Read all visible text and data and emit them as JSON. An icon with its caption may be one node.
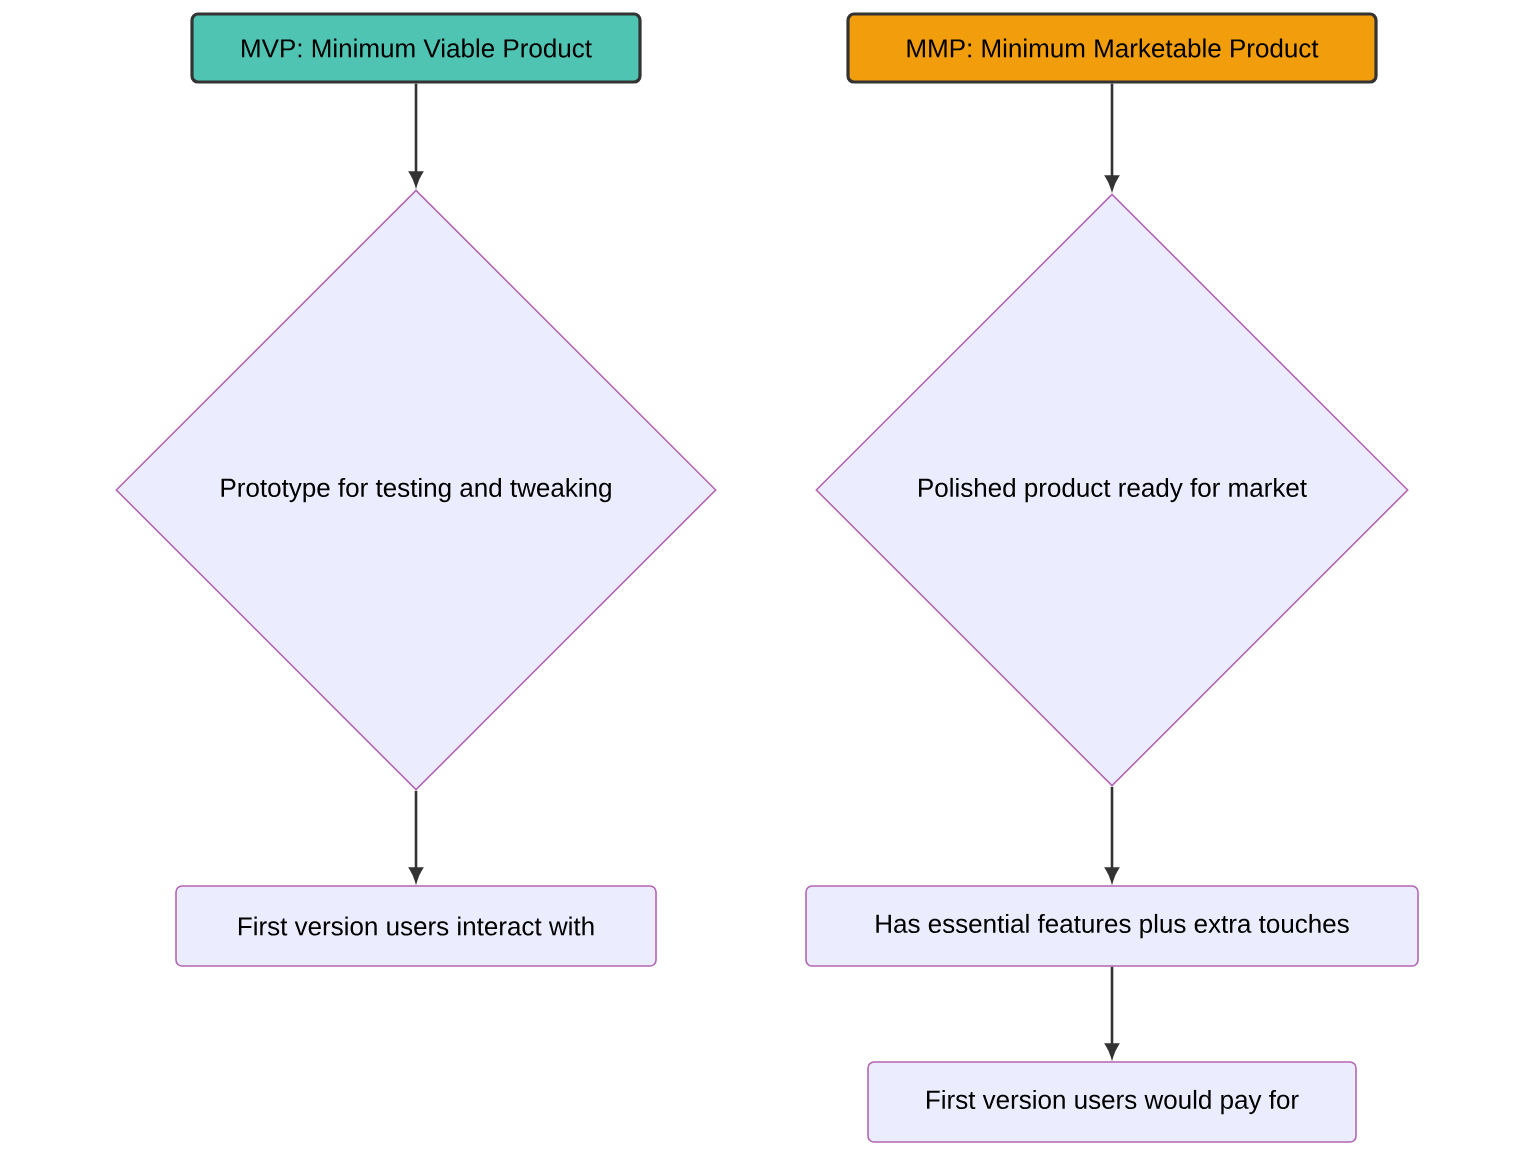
{
  "diagram": {
    "nodes": [
      {
        "text": [
          "MVP: Minimum Viable Product"
        ]
      },
      {
        "text": [
          "Prototype for testing and tweaking"
        ]
      },
      {
        "text": [
          "First version users interact with"
        ]
      },
      {
        "text": [
          "MMP: Minimum Marketable Product"
        ]
      },
      {
        "text": [
          "Polished product ready for market"
        ]
      },
      {
        "text": [
          "Has essential features plus extra touches"
        ]
      },
      {
        "text": [
          "First version users would pay for"
        ]
      }
    ],
    "edges": [
      {
        "from": 0,
        "to": 1,
        "arrow": "to"
      },
      {
        "from": 1,
        "to": 2,
        "arrow": "to"
      },
      {
        "from": 3,
        "to": 4,
        "arrow": "to"
      },
      {
        "from": 4,
        "to": 5,
        "arrow": "to"
      },
      {
        "from": 5,
        "to": 6,
        "arrow": "to"
      }
    ]
  }
}
